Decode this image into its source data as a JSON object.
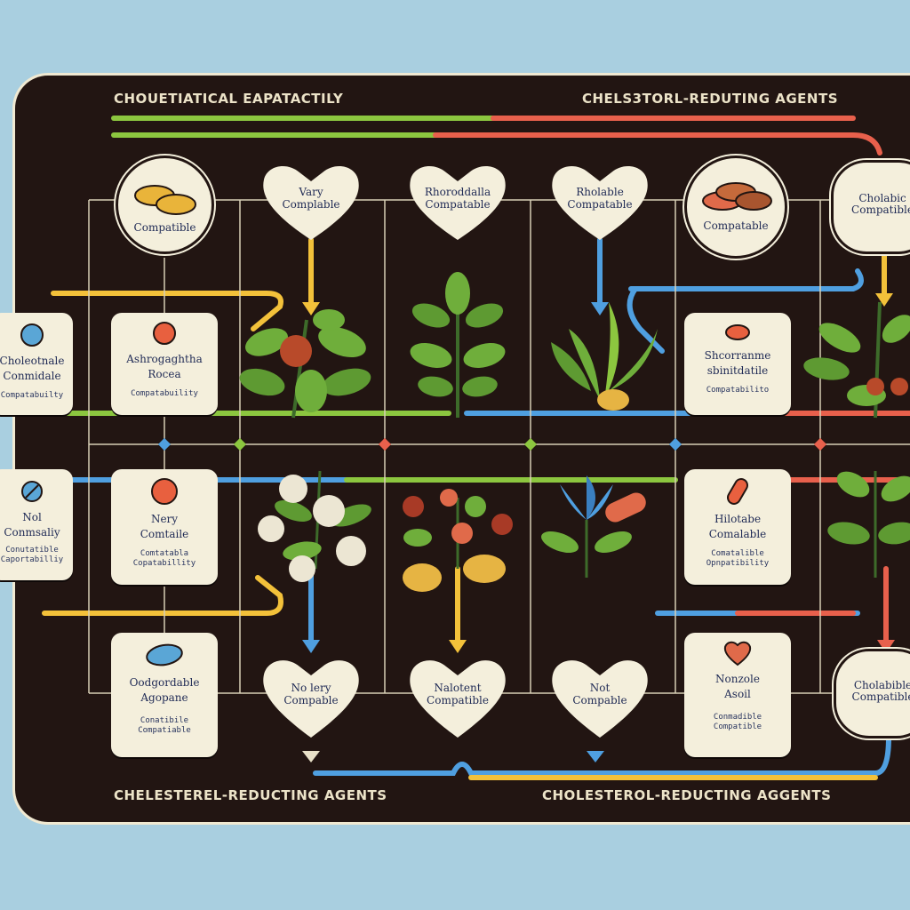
{
  "headers": {
    "top_left": "CHOUETIATICAL EAPATACTILY",
    "top_right": "CHELS3TORL-REDUTING AGENTS",
    "bottom_left": "CHELESTEREL-REDUCTING AGENTS",
    "bottom_right": "CHOLESTEROL-REDUCTING AGGENTS"
  },
  "top_row": [
    {
      "kind": "circle",
      "label": "Compatible",
      "icon": "tablets-icon",
      "color": "#e9b43a"
    },
    {
      "kind": "heart",
      "line1": "Vary",
      "line2": "Complable"
    },
    {
      "kind": "heart",
      "line1": "Rhoroddalla",
      "line2": "Compatable"
    },
    {
      "kind": "heart",
      "line1": "Rholable",
      "line2": "Compatable"
    },
    {
      "kind": "circle",
      "label": "Compatable",
      "icon": "tablets-icon",
      "color": "#c56a3b"
    },
    {
      "kind": "circle",
      "line1": "Cholabic",
      "line2": "Compatible"
    }
  ],
  "row_one": [
    {
      "line1": "Choleotnale",
      "line2": "Conmidale",
      "sub1": "Compatabuilty",
      "icon_color": "#5aa6d6"
    },
    {
      "line1": "Ashrogaghtha",
      "line2": "Rocea",
      "sub1": "Compatabuility",
      "icon_color": "#e8603f"
    },
    {
      "line1": "Shcorranme",
      "line2": "sbinitdatile",
      "sub1": "Compatabilito",
      "icon_color": "#e8603f"
    }
  ],
  "row_two": [
    {
      "line1": "Nol",
      "line2": "Conmsaliy",
      "sub1": "Conutatible",
      "sub2": "Caportabilliy",
      "icon_color": "#5aa6d6"
    },
    {
      "line1": "Nery",
      "line2": "Comtaile",
      "sub1": "Comtatabla",
      "sub2": "Copatabillity",
      "icon_color": "#e8603f"
    },
    {
      "line1": "Hilotabe",
      "line2": "Comalable",
      "sub1": "Comatalible",
      "sub2": "Opnpatibility",
      "icon_color": "#e8603f"
    }
  ],
  "row_three": [
    {
      "line1": "Oodgordable",
      "line2": "Agopane",
      "sub1": "Conatibile",
      "sub2": "Compatiable",
      "icon_color": "#5aa6d6"
    },
    {
      "kind": "heart",
      "line1": "No lery",
      "line2": "Compable"
    },
    {
      "kind": "heart",
      "line1": "Nalotent",
      "line2": "Compatible"
    },
    {
      "kind": "heart",
      "line1": "Not",
      "line2": "Compable"
    },
    {
      "line1": "Nonzole",
      "line2": "Asoil",
      "sub1": "Conmadible",
      "sub2": "Compatible",
      "icon_color": "#e06a4a"
    },
    {
      "kind": "circle",
      "line1": "Cholabible",
      "line2": "Compatible"
    }
  ],
  "colors": {
    "board": "#221512",
    "card": "#f4efdc",
    "green": "#8cc63f",
    "red": "#e8604c",
    "blue": "#4f9fe0",
    "yellow": "#f3c13a"
  }
}
